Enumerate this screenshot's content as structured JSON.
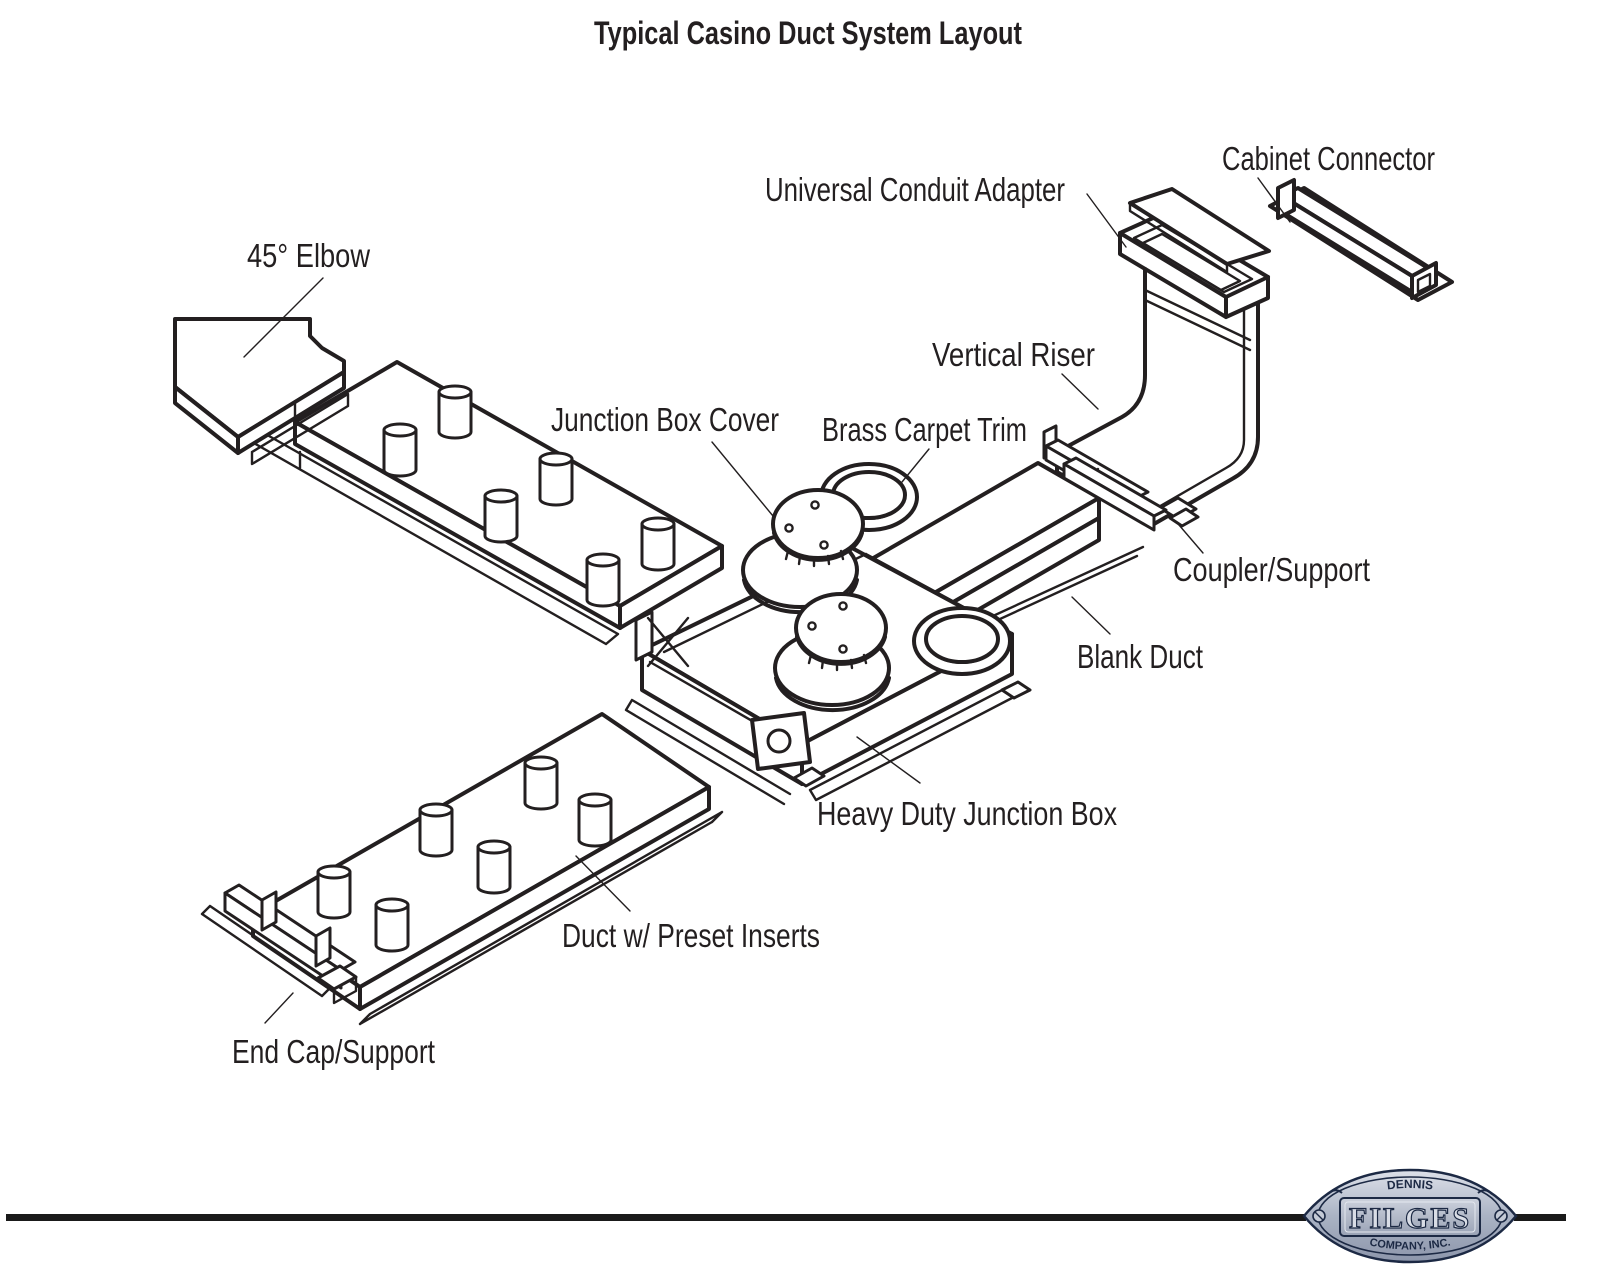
{
  "title": "Typical Casino Duct System Layout",
  "labels": {
    "elbow": "45° Elbow",
    "universal_conduit_adapter": "Universal Conduit Adapter",
    "cabinet_connector": "Cabinet Connector",
    "vertical_riser": "Vertical Riser",
    "junction_box_cover": "Junction Box Cover",
    "brass_carpet_trim": "Brass Carpet Trim",
    "coupler_support": "Coupler/Support",
    "blank_duct": "Blank Duct",
    "heavy_duty_junction_box": "Heavy Duty Junction Box",
    "duct_preset_inserts": "Duct w/ Preset Inserts",
    "end_cap_support": "End Cap/Support"
  },
  "logo": {
    "top_text": "DENNIS",
    "main_text": "FILGES",
    "bottom_text": "COMPANY, INC."
  },
  "colors": {
    "line": "#231f20",
    "background": "#ffffff",
    "badge_outline": "#1c2944",
    "badge_metal_light": "#dde1e9",
    "badge_metal_dark": "#8d96ab",
    "rule": "#1a1a1a"
  }
}
